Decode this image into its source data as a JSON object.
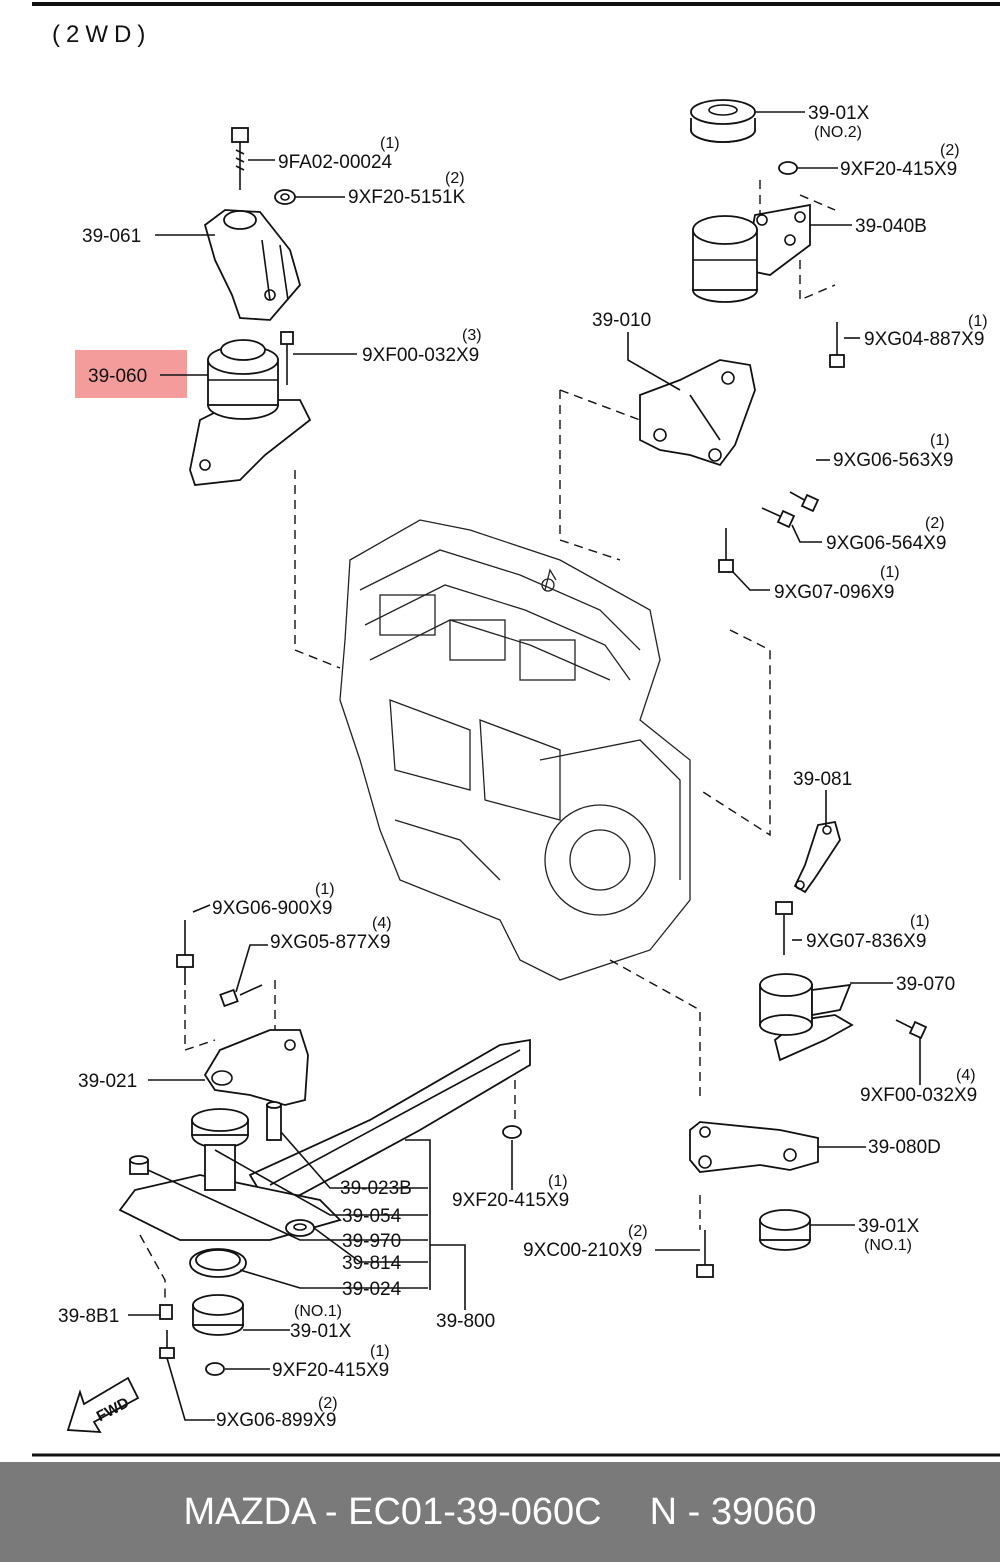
{
  "header": {
    "variant": "(2WD)"
  },
  "highlight": {
    "part": "39-060",
    "color": "#f28b8b"
  },
  "labels": {
    "p39_061": "39-061",
    "p39_060": "39-060",
    "p9fa02": "9FA02-00024",
    "p9fa02_qty": "(1)",
    "p9xf20_5151k": "9XF20-5151K",
    "p9xf20_5151k_qty": "(2)",
    "p9xf00_a": "9XF00-032X9",
    "p9xf00_a_qty": "(3)",
    "p39_01x_a": "39-01X",
    "p39_01x_a_sub": "(NO.2)",
    "p9xf20_415_a": "9XF20-415X9",
    "p9xf20_415_a_qty": "(2)",
    "p39_040b": "39-040B",
    "p39_010": "39-010",
    "p9xg04": "9XG04-887X9",
    "p9xg04_qty": "(1)",
    "p9xg06_563": "9XG06-563X9",
    "p9xg06_563_qty": "(1)",
    "p9xg06_564": "9XG06-564X9",
    "p9xg06_564_qty": "(2)",
    "p9xg07_096": "9XG07-096X9",
    "p9xg07_096_qty": "(1)",
    "p39_081": "39-081",
    "p9xg07_836": "9XG07-836X9",
    "p9xg07_836_qty": "(1)",
    "p39_070": "39-070",
    "p9xf00_b": "9XF00-032X9",
    "p9xf00_b_qty": "(4)",
    "p39_080d": "39-080D",
    "p39_01x_b": "39-01X",
    "p39_01x_b_sub": "(NO.1)",
    "p9xc00": "9XC00-210X9",
    "p9xc00_qty": "(2)",
    "p9xf20_415_b": "9XF20-415X9",
    "p9xf20_415_b_qty": "(1)",
    "p9xg06_900": "9XG06-900X9",
    "p9xg06_900_qty": "(1)",
    "p9xg05": "9XG05-877X9",
    "p9xg05_qty": "(4)",
    "p39_021": "39-021",
    "p39_023b": "39-023B",
    "p39_054": "39-054",
    "p39_970": "39-970",
    "p39_814": "39-814",
    "p39_024": "39-024",
    "p39_800": "39-800",
    "p39_8b1": "39-8B1",
    "p39_01x_c": "39-01X",
    "p39_01x_c_sub": "(NO.1)",
    "p9xf20_415_c": "9XF20-415X9",
    "p9xf20_415_c_qty": "(1)",
    "p9xg06_899": "9XG06-899X9",
    "p9xg06_899_qty": "(2)",
    "fwd": "FWD"
  },
  "footer": {
    "brand_part": "MAZDA - EC01-39-060C",
    "alt_part": "N - 39060"
  }
}
